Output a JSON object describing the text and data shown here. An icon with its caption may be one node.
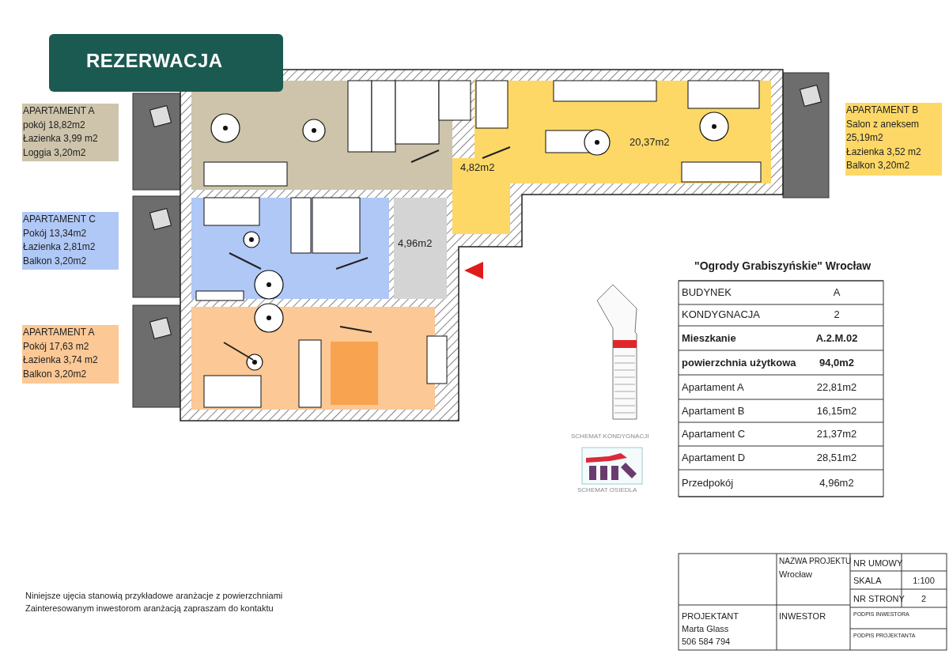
{
  "diagram": {
    "title": "\"Ogrody Grabiszyńskie\" Wrocław",
    "nodes": [
      {
        "text": [
          "REZERWACJA"
        ]
      },
      {
        "text": [
          "APARTAMENT A",
          "pokój 18,82m2",
          "Łazienka 3,99 m2",
          "Loggia 3,20m2"
        ]
      },
      {
        "text": [
          "APARTAMENT C",
          "Pokój 13,34m2",
          "Łazienka 2,81m2",
          "Balkon 3,20m2"
        ]
      },
      {
        "text": [
          "APARTAMENT A",
          "Pokój 17,63 m2",
          "Łazienka 3,74 m2",
          "Balkon 3,20m2"
        ]
      },
      {
        "text": [
          "APARTAMENT B",
          "Salon z aneksem 25,19m2",
          "Łazienka 3,52 m2",
          "Balkon 3,20m2"
        ]
      }
    ],
    "labels": [
      "20,37m2",
      "4,82m2",
      "4,96m2",
      "BUDYNEK",
      "A",
      "KONDYGNACJA",
      "2",
      "Mieszkanie",
      "A.2.M.02",
      "powierzchnia użytkowa",
      "94,0m2",
      "Apartament A",
      "22,81m2",
      "Apartament B",
      "16,15m2",
      "Apartament C",
      "21,37m2",
      "Apartament D",
      "28,51m2",
      "Przedpokój",
      "4,96m2",
      "SCHEMAT KONDYGNACJI",
      "SCHEMAT OSIEDLA",
      "NAZWA PROJEKTU",
      "Wrocław",
      "NR UMOWY",
      "SKALA",
      "1:100",
      "NR STRONY",
      "2",
      "PROJEKTANT",
      "Marta Glass",
      "506 584 794",
      "INWESTOR",
      "PODPIS INWESTORA",
      "PODPIS PROJEKTANTA",
      "Niniejsze ujęcia stanowią przykładowe aranżacje z powierzchniami",
      "Zainteresowanym inwestorom aranżacją zapraszam do kontaktu"
    ]
  }
}
